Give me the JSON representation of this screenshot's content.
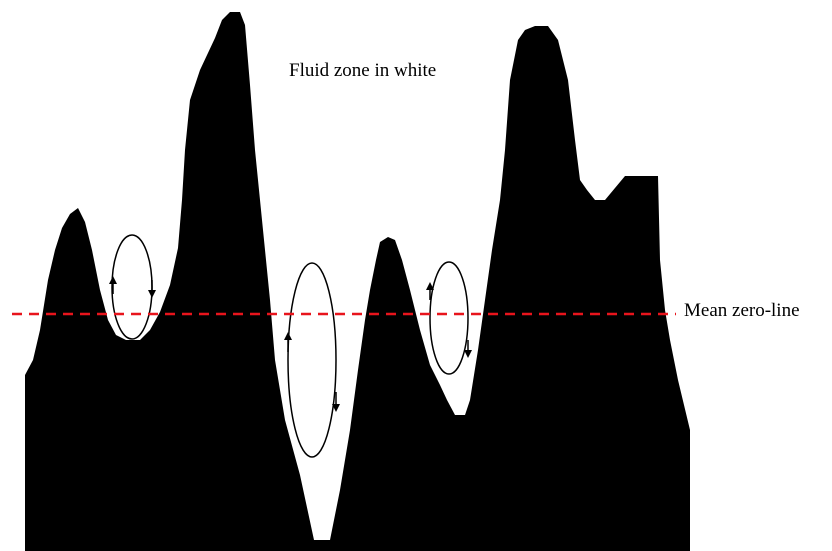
{
  "labels": {
    "fluid_zone": "Fluid zone in white",
    "mean_line": "Mean zero-line"
  },
  "colors": {
    "surface": "#000000",
    "fluid": "#ffffff",
    "mean_line": "#e8141c",
    "vortex": "#000000"
  },
  "vortices": [
    {
      "name": "vortex-left-valley",
      "rotation": "clockwise"
    },
    {
      "name": "vortex-center-valley",
      "rotation": "clockwise"
    },
    {
      "name": "vortex-right-valley",
      "rotation": "clockwise"
    }
  ]
}
